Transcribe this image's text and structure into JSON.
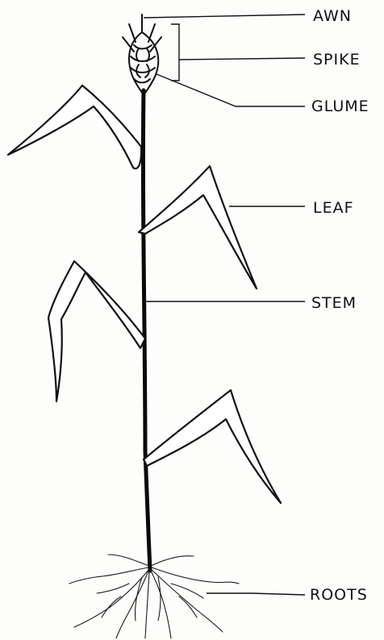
{
  "labels": {
    "awn": "AWN",
    "spike": "SPIKE",
    "glume": "GLUME",
    "leaf": "LEAF",
    "stem": "STEM",
    "roots": "ROOTS"
  },
  "colors": {
    "ink": "#111111",
    "paper": "#fdfdfb"
  }
}
